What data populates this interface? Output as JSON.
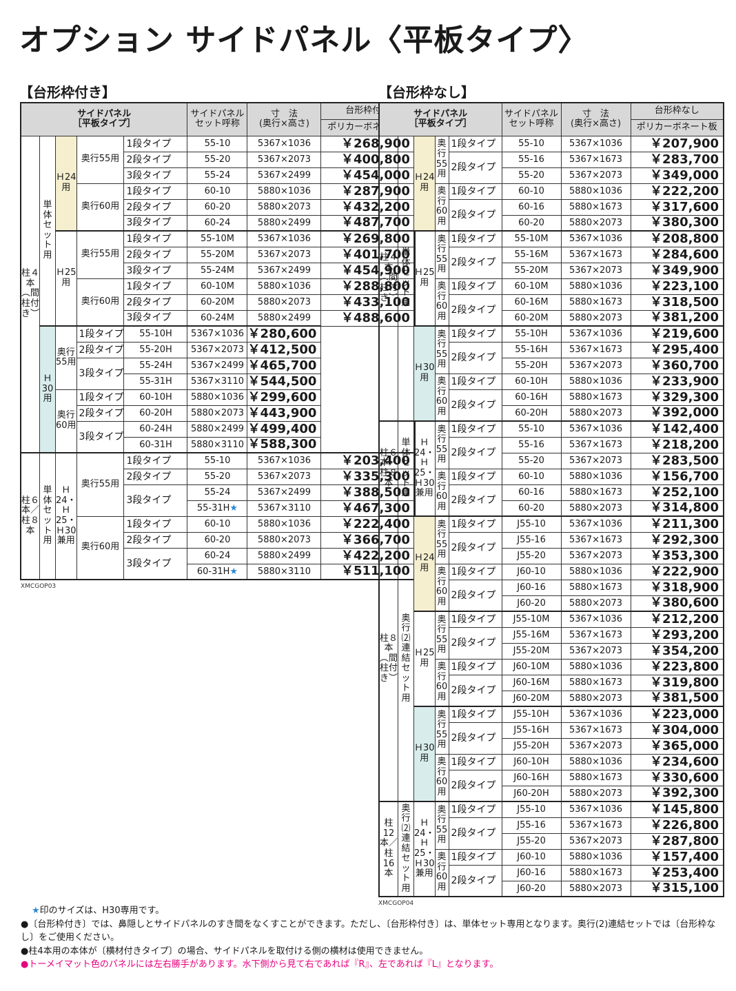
{
  "title": "オプション サイドパネル〈平板タイプ〉",
  "left": {
    "heading": "【台形枠付き】",
    "header": {
      "panel": "サイドパネル\n［平板タイプ］",
      "setname": "サイドパネル\nセット呼称",
      "dims": "寸　法\n(奥行×高さ)",
      "material": "台形枠付き",
      "sub": "ポリカーボネート板"
    },
    "code": "XMCGOP03",
    "rows": [
      [
        "1段タイプ",
        "55-10",
        "5367×1036",
        "￥268,900"
      ],
      [
        "2段タイプ",
        "55-20",
        "5367×2073",
        "￥400,800"
      ],
      [
        "3段タイプ",
        "55-24",
        "5367×2499",
        "￥454,000"
      ],
      [
        "1段タイプ",
        "60-10",
        "5880×1036",
        "￥287,900"
      ],
      [
        "2段タイプ",
        "60-20",
        "5880×2073",
        "￥432,200"
      ],
      [
        "3段タイプ",
        "60-24",
        "5880×2499",
        "￥487,700"
      ],
      [
        "1段タイプ",
        "55-10M",
        "5367×1036",
        "￥269,800"
      ],
      [
        "2段タイプ",
        "55-20M",
        "5367×2073",
        "￥401,700"
      ],
      [
        "3段タイプ",
        "55-24M",
        "5367×2499",
        "￥454,900"
      ],
      [
        "1段タイプ",
        "60-10M",
        "5880×1036",
        "￥288,800"
      ],
      [
        "2段タイプ",
        "60-20M",
        "5880×2073",
        "￥433,100"
      ],
      [
        "3段タイプ",
        "60-24M",
        "5880×2499",
        "￥488,600"
      ],
      [
        "1段タイプ",
        "55-10H",
        "5367×1036",
        "￥280,600"
      ],
      [
        "2段タイプ",
        "55-20H",
        "5367×2073",
        "￥412,500"
      ],
      [
        "3段タイプ",
        "55-24H",
        "5367×2499",
        "￥465,700"
      ],
      [
        "",
        "55-31H",
        "5367×3110",
        "￥544,500"
      ],
      [
        "1段タイプ",
        "60-10H",
        "5880×1036",
        "￥299,600"
      ],
      [
        "2段タイプ",
        "60-20H",
        "5880×2073",
        "￥443,900"
      ],
      [
        "3段タイプ",
        "60-24H",
        "5880×2499",
        "￥499,400"
      ],
      [
        "",
        "60-31H",
        "5880×3110",
        "￥588,300"
      ],
      [
        "1段タイプ",
        "55-10",
        "5367×1036",
        "￥203,400"
      ],
      [
        "2段タイプ",
        "55-20",
        "5367×2073",
        "￥335,300"
      ],
      [
        "3段タイプ",
        "55-24",
        "5367×2499",
        "￥388,500"
      ],
      [
        "",
        "55-31H★",
        "5367×3110",
        "￥467,300"
      ],
      [
        "1段タイプ",
        "60-10",
        "5880×1036",
        "￥222,400"
      ],
      [
        "2段タイプ",
        "60-20",
        "5880×2073",
        "￥366,700"
      ],
      [
        "3段タイプ",
        "60-24",
        "5880×2499",
        "￥422,200"
      ],
      [
        "",
        "60-31H★",
        "5880×3110",
        "￥511,100"
      ]
    ]
  },
  "right": {
    "heading": "【台形枠なし】",
    "header": {
      "panel": "サイドパネル\n［平板タイプ］",
      "setname": "サイドパネル\nセット呼称",
      "dims": "寸　法\n(奥行×高さ)",
      "material": "台形枠なし",
      "sub": "ポリカーボネート板"
    },
    "code": "XMCGOP04",
    "rows": [
      [
        "1段タイプ",
        "55-10",
        "5367×1036",
        "￥207,900"
      ],
      [
        "2段タイプ",
        "55-16",
        "5367×1673",
        "￥283,700"
      ],
      [
        "",
        "55-20",
        "5367×2073",
        "￥349,000"
      ],
      [
        "1段タイプ",
        "60-10",
        "5880×1036",
        "￥222,200"
      ],
      [
        "2段タイプ",
        "60-16",
        "5880×1673",
        "￥317,600"
      ],
      [
        "",
        "60-20",
        "5880×2073",
        "￥380,300"
      ],
      [
        "1段タイプ",
        "55-10M",
        "5367×1036",
        "￥208,800"
      ],
      [
        "2段タイプ",
        "55-16M",
        "5367×1673",
        "￥284,600"
      ],
      [
        "",
        "55-20M",
        "5367×2073",
        "￥349,900"
      ],
      [
        "1段タイプ",
        "60-10M",
        "5880×1036",
        "￥223,100"
      ],
      [
        "2段タイプ",
        "60-16M",
        "5880×1673",
        "￥318,500"
      ],
      [
        "",
        "60-20M",
        "5880×2073",
        "￥381,200"
      ],
      [
        "1段タイプ",
        "55-10H",
        "5367×1036",
        "￥219,600"
      ],
      [
        "2段タイプ",
        "55-16H",
        "5367×1673",
        "￥295,400"
      ],
      [
        "",
        "55-20H",
        "5367×2073",
        "￥360,700"
      ],
      [
        "1段タイプ",
        "60-10H",
        "5880×1036",
        "￥233,900"
      ],
      [
        "2段タイプ",
        "60-16H",
        "5880×1673",
        "￥329,300"
      ],
      [
        "",
        "60-20H",
        "5880×2073",
        "￥392,000"
      ],
      [
        "1段タイプ",
        "55-10",
        "5367×1036",
        "￥142,400"
      ],
      [
        "2段タイプ",
        "55-16",
        "5367×1673",
        "￥218,200"
      ],
      [
        "",
        "55-20",
        "5367×2073",
        "￥283,500"
      ],
      [
        "1段タイプ",
        "60-10",
        "5880×1036",
        "￥156,700"
      ],
      [
        "2段タイプ",
        "60-16",
        "5880×1673",
        "￥252,100"
      ],
      [
        "",
        "60-20",
        "5880×2073",
        "￥314,800"
      ],
      [
        "1段タイプ",
        "J55-10",
        "5367×1036",
        "￥211,300"
      ],
      [
        "2段タイプ",
        "J55-16",
        "5367×1673",
        "￥292,300"
      ],
      [
        "",
        "J55-20",
        "5367×2073",
        "￥353,300"
      ],
      [
        "1段タイプ",
        "J60-10",
        "5880×1036",
        "￥222,900"
      ],
      [
        "2段タイプ",
        "J60-16",
        "5880×1673",
        "￥318,900"
      ],
      [
        "",
        "J60-20",
        "5880×2073",
        "￥380,600"
      ],
      [
        "1段タイプ",
        "J55-10M",
        "5367×1036",
        "￥212,200"
      ],
      [
        "2段タイプ",
        "J55-16M",
        "5367×1673",
        "￥293,200"
      ],
      [
        "",
        "J55-20M",
        "5367×2073",
        "￥354,200"
      ],
      [
        "1段タイプ",
        "J60-10M",
        "5880×1036",
        "￥223,800"
      ],
      [
        "2段タイプ",
        "J60-16M",
        "5880×1673",
        "￥319,800"
      ],
      [
        "",
        "J60-20M",
        "5880×2073",
        "￥381,500"
      ],
      [
        "1段タイプ",
        "J55-10H",
        "5367×1036",
        "￥223,000"
      ],
      [
        "2段タイプ",
        "J55-16H",
        "5367×1673",
        "￥304,000"
      ],
      [
        "",
        "J55-20H",
        "5367×2073",
        "￥365,000"
      ],
      [
        "1段タイプ",
        "J60-10H",
        "5880×1036",
        "￥234,600"
      ],
      [
        "2段タイプ",
        "J60-16H",
        "5880×1673",
        "￥330,600"
      ],
      [
        "",
        "J60-20H",
        "5880×2073",
        "￥392,300"
      ],
      [
        "1段タイプ",
        "J55-10",
        "5367×1036",
        "￥145,800"
      ],
      [
        "2段タイプ",
        "J55-16",
        "5367×1673",
        "￥226,800"
      ],
      [
        "",
        "J55-20",
        "5367×2073",
        "￥287,800"
      ],
      [
        "1段タイプ",
        "J60-10",
        "5880×1036",
        "￥157,400"
      ],
      [
        "2段タイプ",
        "J60-16",
        "5880×1673",
        "￥253,400"
      ],
      [
        "",
        "J60-20",
        "5880×2073",
        "￥315,100"
      ]
    ]
  },
  "labels": {
    "p4": "柱４本︵間柱付き︶",
    "p68": "柱６本／柱８本",
    "p8": "柱８本︵間柱付き︶",
    "p1216": "柱12本／柱16本",
    "single": "単体セット用",
    "renketsu": "奥行⑵連結セット用",
    "h24": "Ｈ24用",
    "h25": "Ｈ25用",
    "h30": "Ｈ30用",
    "hall": "Ｈ24・Ｈ25・Ｈ30兼用",
    "d55": "奥行55用",
    "d60": "奥行60用"
  },
  "notes": [
    "★印のサイズは、H30専用です。",
    "●〔台形枠付き〕では、鼻隠しとサイドパネルのすき間をなくすことができます。ただし、〔台形枠付き〕は、単体セット専用となります。奥行(2)連結セットでは〔台形枠なし〕をご使用ください。",
    "●柱4本用の本体が〔横材付きタイプ〕の場合、サイドパネルを取付ける側の横材は使用できません。",
    "●トーメイマット色のパネルには左右勝手があります。水下側から見て右であれば『R』、左であれば『L』となります。"
  ]
}
